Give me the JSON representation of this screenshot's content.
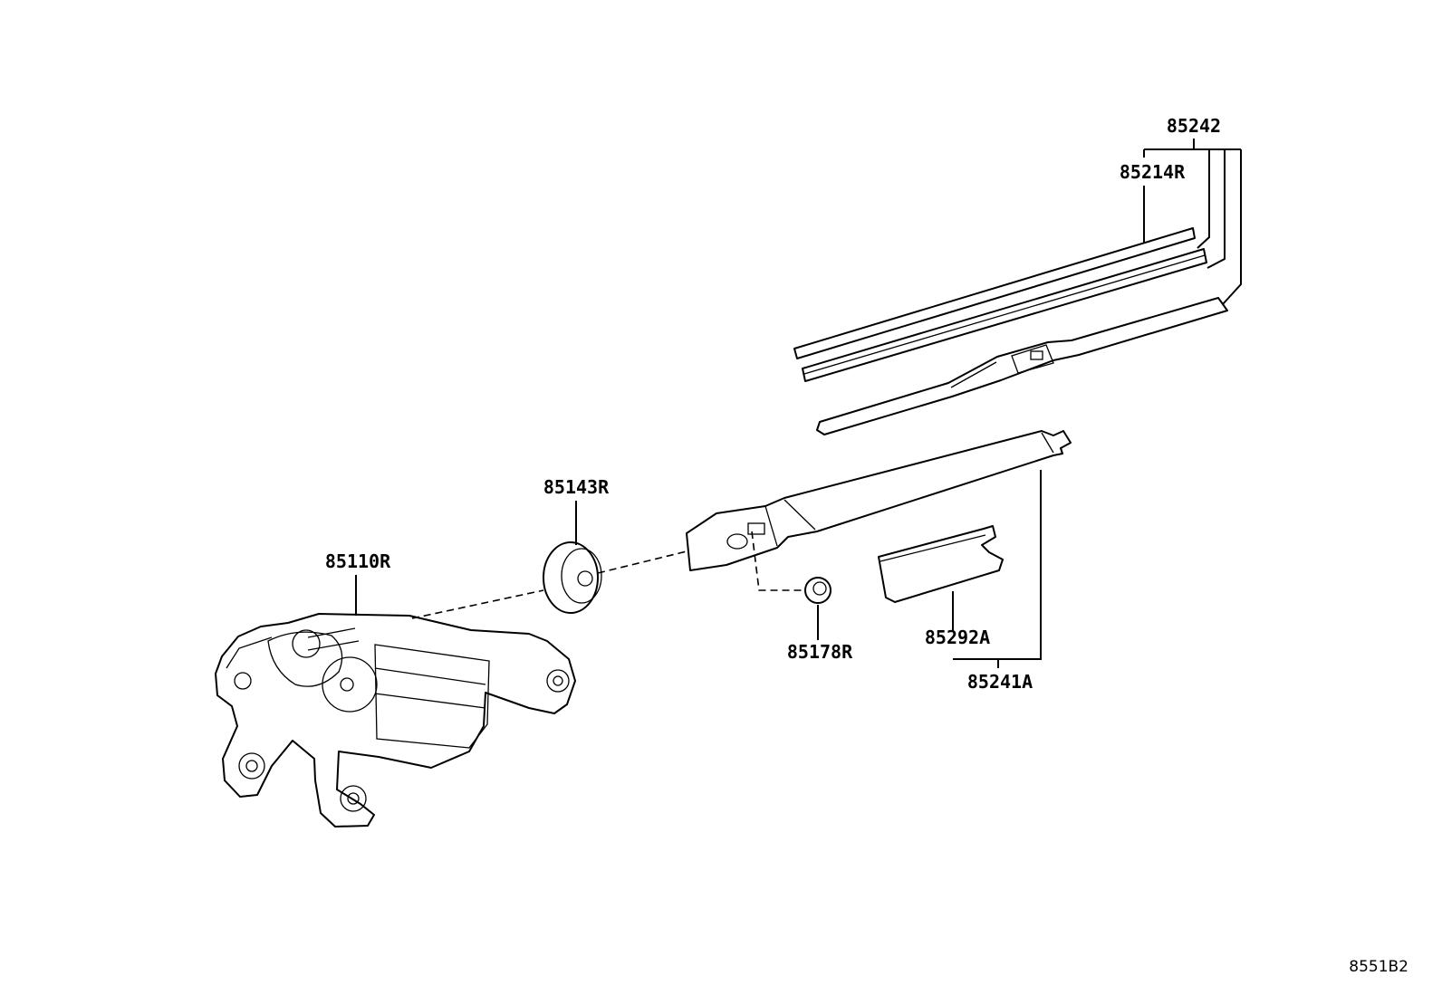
{
  "diagram": {
    "parts": [
      {
        "id": "85242",
        "label": "85242"
      },
      {
        "id": "85214R",
        "label": "85214R"
      },
      {
        "id": "85143R",
        "label": "85143R"
      },
      {
        "id": "85110R",
        "label": "85110R"
      },
      {
        "id": "85178R",
        "label": "85178R"
      },
      {
        "id": "85292A",
        "label": "85292A"
      },
      {
        "id": "85241A",
        "label": "85241A"
      }
    ],
    "reference_code": "8551B2"
  }
}
